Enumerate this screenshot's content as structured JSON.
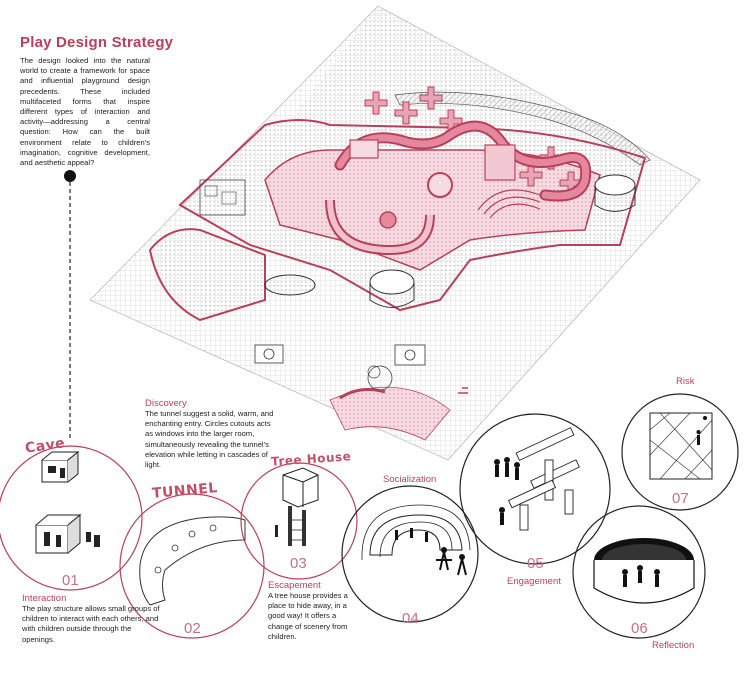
{
  "header": {
    "title": "Play Design Strategy",
    "intro": "The design looked into the natural world to create a framework for space and influential playground design precedents. These included multifaceted forms that inspire different types of interaction and activity—addressing a central question: How can the built environment relate to children's imagination, cognitive development, and aesthetic appeal?"
  },
  "annotations": {
    "discovery": {
      "heading": "Discovery",
      "body": "The tunnel suggest a solid, warm, and enchanting entry. Circles cutouts acts as windows into the larger room, simultaneously revealing the tunnel's elevation while letting in cascades of light."
    },
    "interaction": {
      "heading": "Interaction",
      "body": "The play structure allows small groups of children to interact with each others, and with children outside through the openings."
    },
    "escapement": {
      "heading": "Escapement",
      "body": "A tree house provides a place to hide away, in a good way! It offers a change of scenery from children."
    },
    "socialization": {
      "heading": "Socialization"
    },
    "engagement": {
      "heading": "Engagement"
    },
    "risk": {
      "heading": "Risk"
    },
    "reflection": {
      "heading": "Reflection"
    }
  },
  "circles": [
    {
      "id": "cave",
      "number": "01",
      "label": "Cave"
    },
    {
      "id": "tunnel",
      "number": "02",
      "label": "TUNNEL"
    },
    {
      "id": "tree-house",
      "number": "03",
      "label": "Tree House"
    },
    {
      "id": "socialization",
      "number": "04"
    },
    {
      "id": "engagement",
      "number": "05"
    },
    {
      "id": "reflection",
      "number": "06"
    },
    {
      "id": "risk",
      "number": "07"
    }
  ],
  "colors": {
    "accent": "#b8405a",
    "accent_fill": "#f3c8d2",
    "ink": "#222222",
    "dot_grid": "#9a9a9a"
  }
}
